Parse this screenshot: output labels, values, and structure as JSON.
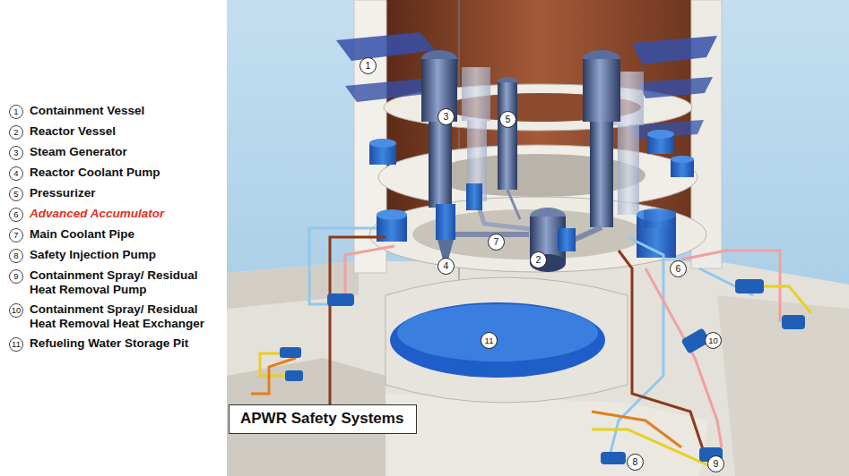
{
  "diagram": {
    "nodes": [
      {
        "text": [
          "APWR Safety Systems"
        ]
      }
    ],
    "labels": [
      "1",
      "Containment Vessel",
      "2",
      "Reactor Vessel",
      "3",
      "Steam Generator",
      "4",
      "Reactor Coolant Pump",
      "5",
      "Pressurizer",
      "6",
      "Advanced Accumulator",
      "7",
      "Main Coolant Pipe",
      "8",
      "Safety Injection Pump",
      "9",
      "Containment Spray/ Residual Heat Removal Pump",
      "10",
      "Containment Spray/ Residual Heat Removal Heat Exchanger",
      "11",
      "Refueling Water Storage Pit",
      "1",
      "3",
      "5",
      "4",
      "7",
      "2",
      "6",
      "11",
      "10",
      "8",
      "9"
    ]
  }
}
